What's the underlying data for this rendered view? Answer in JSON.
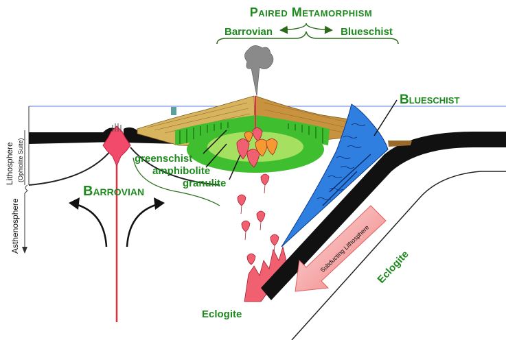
{
  "title": {
    "main": "Paired Metamorphism",
    "left": "Barrovian",
    "right": "Blueschist"
  },
  "labels": {
    "blueschist": "Blueschist",
    "barrovian": "Barrovian",
    "greenschist": "greenschist",
    "amphibolite": "amphibolite",
    "granulite": "granulite",
    "eclogite_bottom": "Eclogite",
    "eclogite_right": "Eclogite",
    "subducting": "Subducting Lithosphere",
    "lithosphere": "Lithosphere",
    "ophiolite": "(Ophiolite Suite)",
    "asthenosphere": "Asthenosphere"
  },
  "colors": {
    "green_text": "#1e8a1e",
    "blueschist": "#2f7fe0",
    "melt": "#f06070",
    "sediment": "#d6b35a",
    "greenschist_zone": "#3fbf2f",
    "lithosphere": "#111111",
    "sea_line": "#5a7fd8"
  }
}
